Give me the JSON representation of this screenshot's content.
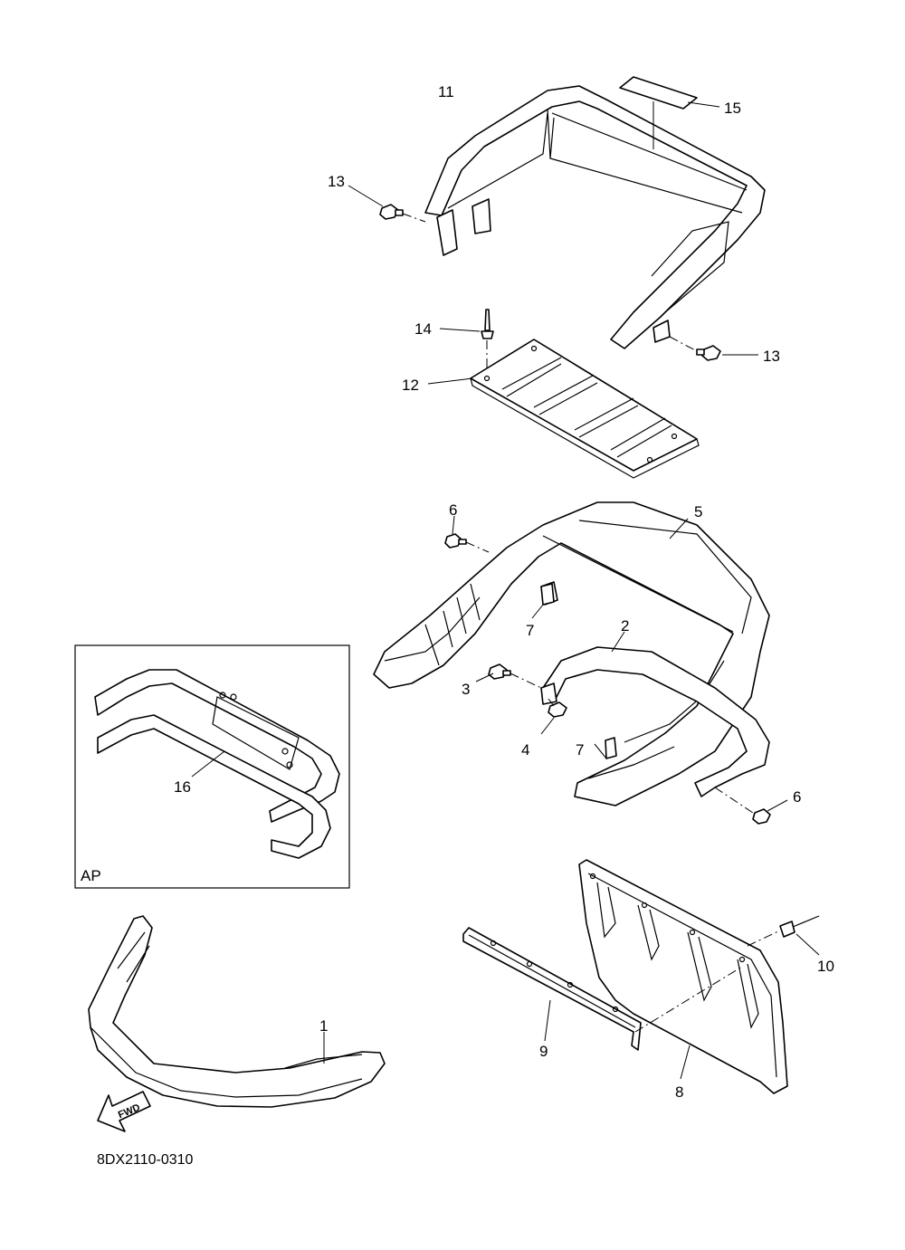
{
  "diagram": {
    "drawing_code": "8DX2110-0310",
    "inset_label": "AP",
    "fwd_label": "FWD",
    "callouts": {
      "p1": "1",
      "p2": "2",
      "p3": "3",
      "p4": "4",
      "p5": "5",
      "p6a": "6",
      "p6b": "6",
      "p7a": "7",
      "p7b": "7",
      "p8": "8",
      "p9": "9",
      "p10": "10",
      "p11": "11",
      "p12": "12",
      "p13a": "13",
      "p13b": "13",
      "p14": "14",
      "p15": "15",
      "p16": "16"
    }
  }
}
